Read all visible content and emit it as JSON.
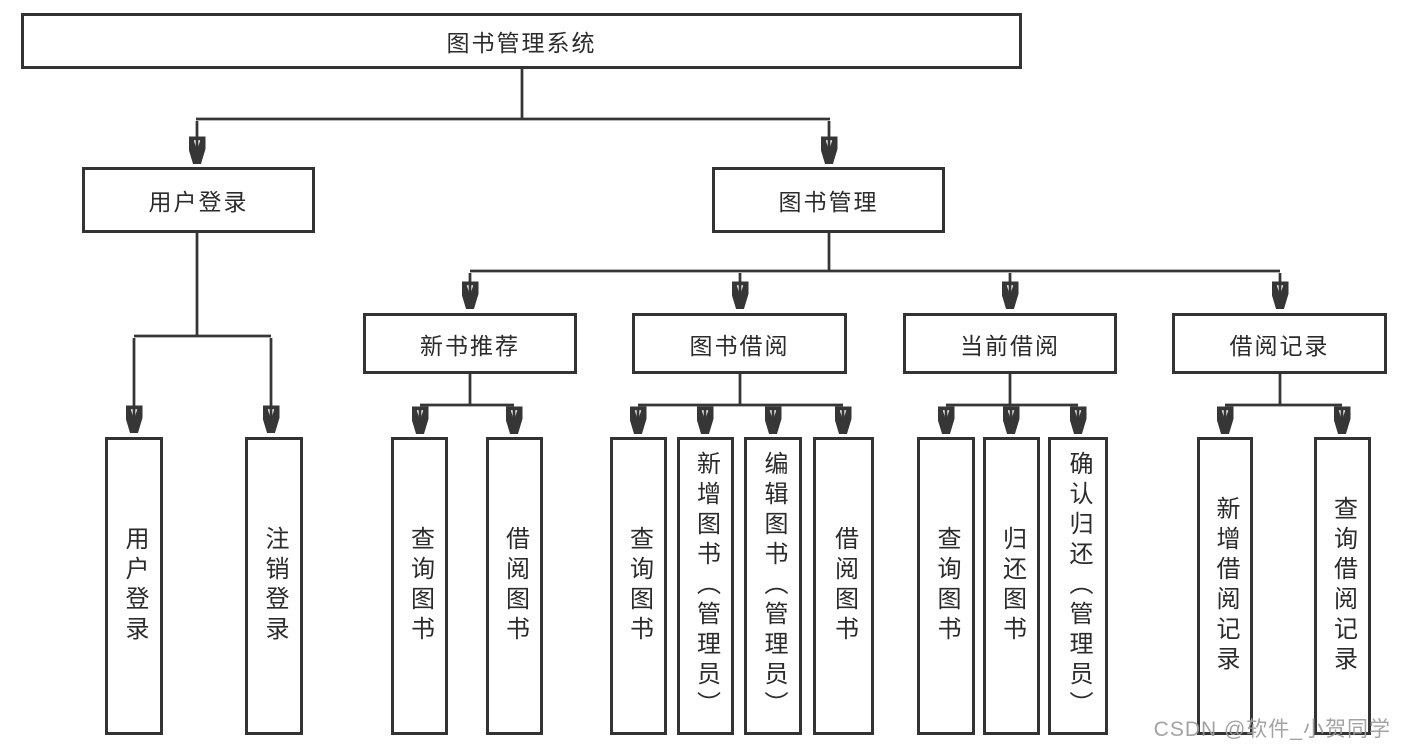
{
  "diagram": {
    "type": "hierarchy-tree",
    "root": {
      "label": "图书管理系统"
    },
    "branches": [
      {
        "label": "用户登录",
        "children": [
          {
            "label": "用户登录"
          },
          {
            "label": "注销登录"
          }
        ]
      },
      {
        "label": "图书管理",
        "children": [
          {
            "label": "新书推荐",
            "children": [
              {
                "label": "查询图书"
              },
              {
                "label": "借阅图书"
              }
            ]
          },
          {
            "label": "图书借阅",
            "children": [
              {
                "label": "查询图书"
              },
              {
                "label": "新增图书（管理员）"
              },
              {
                "label": "编辑图书（管理员）"
              },
              {
                "label": "借阅图书"
              }
            ]
          },
          {
            "label": "当前借阅",
            "children": [
              {
                "label": "查询图书"
              },
              {
                "label": "归还图书"
              },
              {
                "label": "确认归还（管理员）"
              }
            ]
          },
          {
            "label": "借阅记录",
            "children": [
              {
                "label": "新增借阅记录"
              },
              {
                "label": "查询借阅记录"
              }
            ]
          }
        ]
      }
    ]
  },
  "watermark": {
    "text": "CSDN @软件_小贺同学",
    "color": "#9E9E9E"
  },
  "appearance": {
    "background": "#FFFFFF",
    "box_border": "#333333",
    "line_color": "#363636",
    "text_color": "#2B2B2B"
  }
}
